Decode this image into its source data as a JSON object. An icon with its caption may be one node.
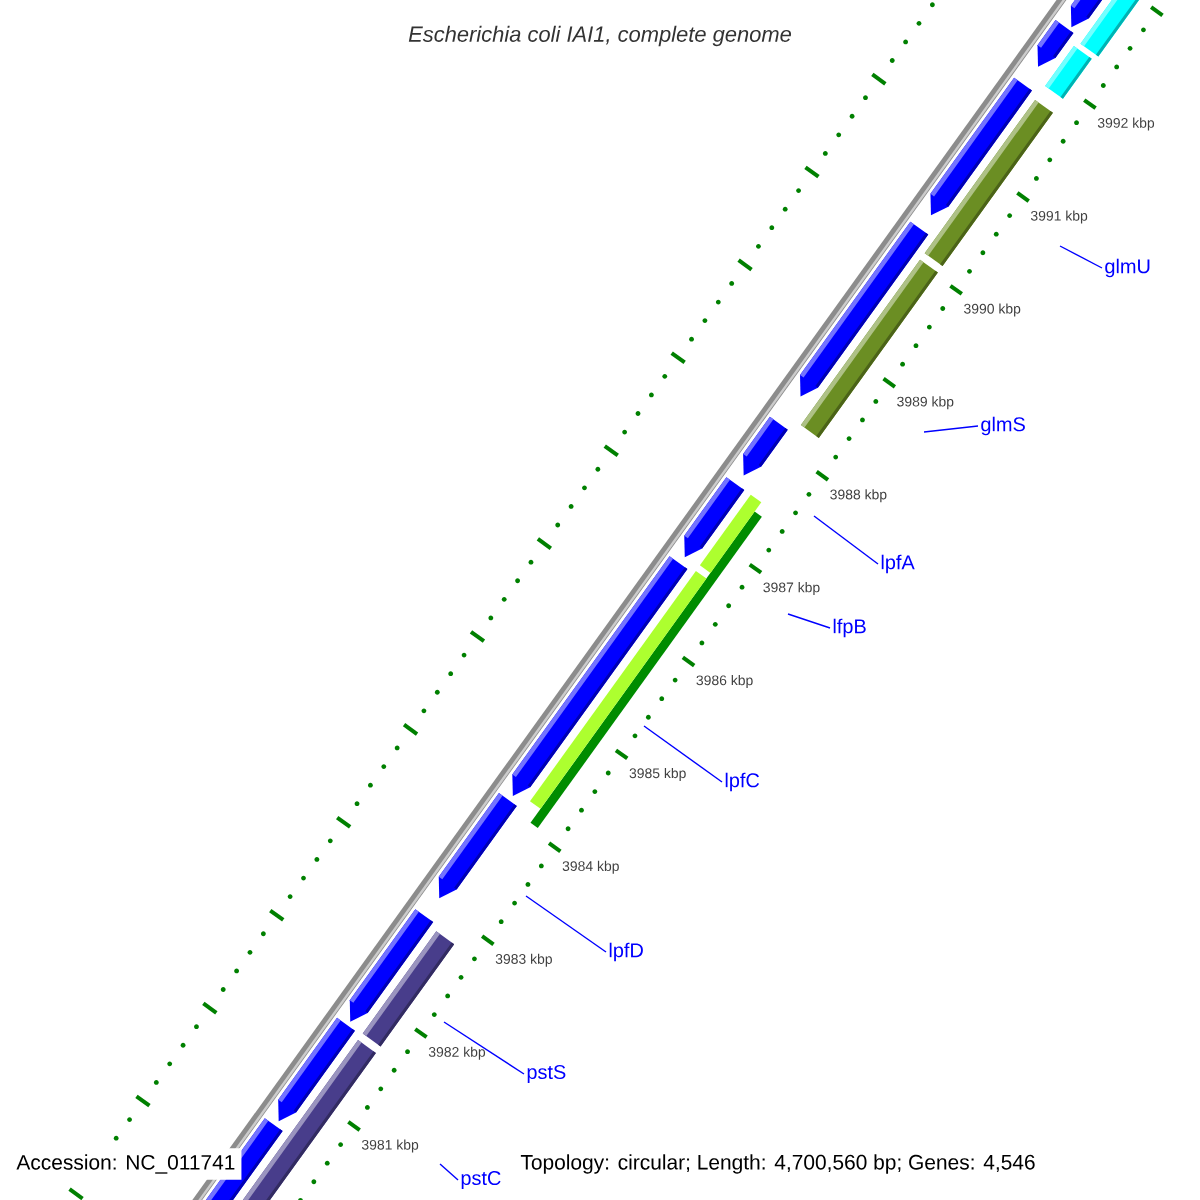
{
  "diagram": {
    "title": "Escherichia coli IAI1, complete genome",
    "nodes": [
      {
        "text": [
          "glmU"
        ]
      },
      {
        "text": [
          "glmS"
        ]
      },
      {
        "text": [
          "lpfA"
        ]
      },
      {
        "text": [
          "lfpB"
        ]
      },
      {
        "text": [
          "lpfC"
        ]
      },
      {
        "text": [
          "lpfD"
        ]
      },
      {
        "text": [
          "pstS"
        ]
      },
      {
        "text": [
          "pstC"
        ]
      }
    ],
    "edges": [
      {
        "from": 0,
        "to": null,
        "arrow": "none"
      },
      {
        "from": 1,
        "to": null,
        "arrow": "none"
      },
      {
        "from": 2,
        "to": null,
        "arrow": "none"
      },
      {
        "from": 3,
        "to": null,
        "arrow": "none"
      },
      {
        "from": 4,
        "to": null,
        "arrow": "none"
      },
      {
        "from": 5,
        "to": null,
        "arrow": "none"
      },
      {
        "from": 6,
        "to": null,
        "arrow": "none"
      },
      {
        "from": 7,
        "to": null,
        "arrow": "none"
      }
    ],
    "labels": [
      "3992 kbp",
      "3991 kbp",
      "3990 kbp",
      "3989 kbp",
      "3988 kbp",
      "3987 kbp",
      "3986 kbp",
      "3985 kbp",
      "3984 kbp",
      "3983 kbp",
      "3982 kbp",
      "3981 kbp",
      "Accession: NC_011741",
      "Topology: circular; Length: 4,700,560 bp; Genes: 4,546"
    ]
  }
}
